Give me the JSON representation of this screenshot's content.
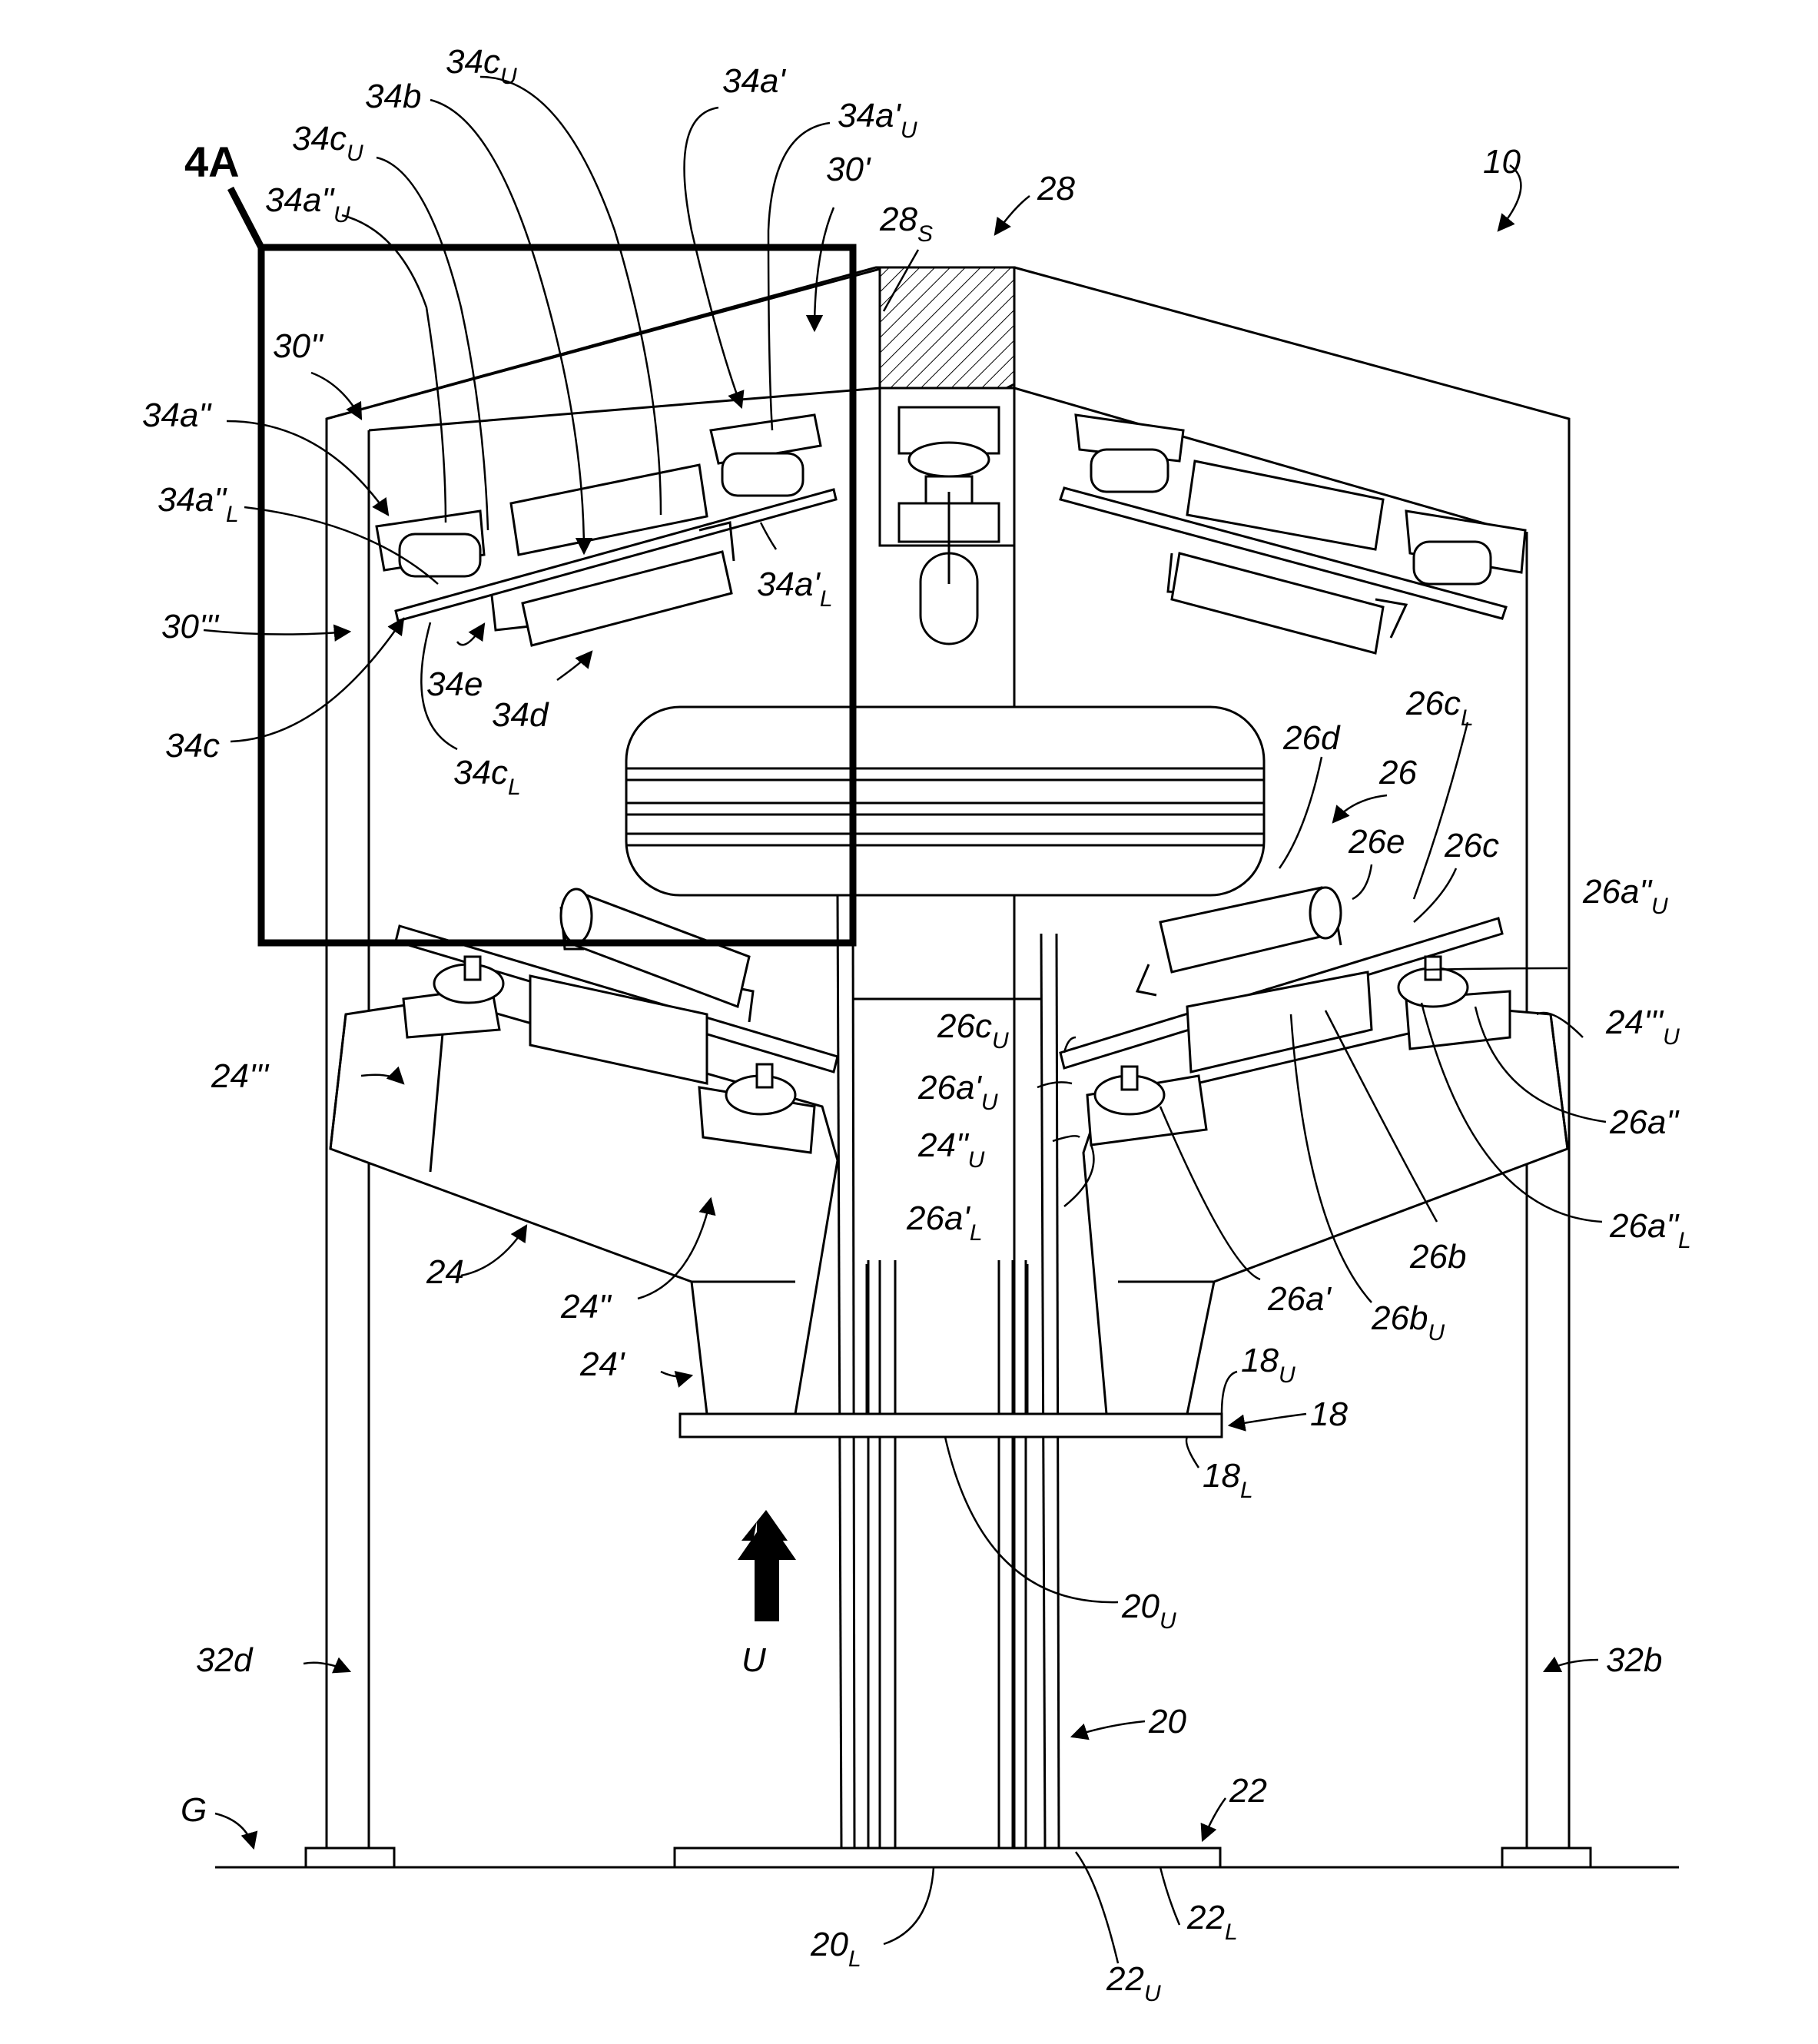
{
  "labels": {
    "fig": "4A",
    "ref_10": "10",
    "ref_28": "28",
    "ref_28s": "28",
    "ref_28s_sub": "S",
    "ref_30p": "30'",
    "ref_30pp": "30\"",
    "ref_30ppp": "30'''",
    "ref_34ap": "34a'",
    "ref_34apU": "34a'",
    "ref_34apU_sub": "U",
    "ref_34cU_top": "34c",
    "ref_34cU_top_sub": "U",
    "ref_34b": "34b",
    "ref_34cU": "34c",
    "ref_34cU_sub": "U",
    "ref_34appU": "34a\"",
    "ref_34appU_sub": "U",
    "ref_34app": "34a\"",
    "ref_34appL": "34a\"",
    "ref_34appL_sub": "L",
    "ref_34apL": "34a'",
    "ref_34apL_sub": "L",
    "ref_34e": "34e",
    "ref_34d": "34d",
    "ref_34c": "34c",
    "ref_34cL": "34c",
    "ref_34cL_sub": "L",
    "ref_26d": "26d",
    "ref_26cL": "26c",
    "ref_26cL_sub": "L",
    "ref_26": "26",
    "ref_26e": "26e",
    "ref_26c": "26c",
    "ref_26appU": "26a\"",
    "ref_26appU_sub": "U",
    "ref_24pppU": "24'''",
    "ref_24pppU_sub": "U",
    "ref_26cU": "26c",
    "ref_26cU_sub": "U",
    "ref_26apU": "26a'",
    "ref_26apU_sub": "U",
    "ref_24ppU": "24\"",
    "ref_24ppU_sub": "U",
    "ref_26apL": "26a'",
    "ref_26apL_sub": "L",
    "ref_26app": "26a\"",
    "ref_26appL": "26a\"",
    "ref_26appL_sub": "L",
    "ref_26b": "26b",
    "ref_26ap": "26a'",
    "ref_26bU": "26b",
    "ref_26bU_sub": "U",
    "ref_24ppp": "24'''",
    "ref_24": "24",
    "ref_24pp": "24\"",
    "ref_24p": "24'",
    "ref_18U": "18",
    "ref_18U_sub": "U",
    "ref_18": "18",
    "ref_18L": "18",
    "ref_18L_sub": "L",
    "ref_20U": "20",
    "ref_20U_sub": "U",
    "ref_U": "U",
    "ref_32d": "32d",
    "ref_32b": "32b",
    "ref_20": "20",
    "ref_G": "G",
    "ref_22": "22",
    "ref_20L": "20",
    "ref_20L_sub": "L",
    "ref_22L": "22",
    "ref_22L_sub": "L",
    "ref_22U": "22",
    "ref_22U_sub": "U"
  }
}
